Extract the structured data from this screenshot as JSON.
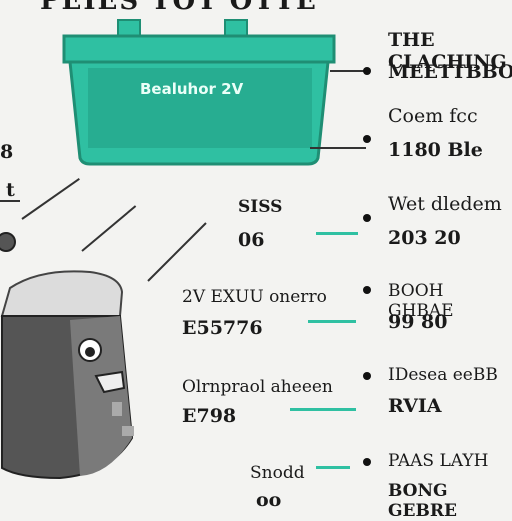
{
  "header": {
    "text": "PEIES TOT OTTE"
  },
  "box": {
    "label": "Bealuhor 2V"
  },
  "left_edge": {
    "line1": "8",
    "line2": "t"
  },
  "middle": {
    "item1": {
      "line1": "SISS",
      "line2": "06"
    },
    "item2": {
      "line1": "2V EXUU onerro",
      "line2": "E55776"
    },
    "item3": {
      "line1": "Olrnpraol aheeen",
      "line2": "E798"
    },
    "item4": {
      "line1": "Snodd",
      "line2": "oo"
    }
  },
  "right": {
    "item1": {
      "line1": "THE CLACHING",
      "line2": "MEETTBBOL"
    },
    "item2": {
      "line1": "Coem fcc",
      "line2": "1180 Ble"
    },
    "item3": {
      "line1": "Wet dledem",
      "line2": "203 20"
    },
    "item4": {
      "line1": "BOOH GHBAE",
      "line2": "99 80"
    },
    "item5": {
      "line1": "IDesea eeBB",
      "line2": "RVIA"
    },
    "item6": {
      "line1": "PAAS LAYH",
      "line2": "BONG GEBRE"
    }
  },
  "colors": {
    "teal": "#2fc0a2",
    "teal_dark": "#1f8e74",
    "device_dark": "#444444"
  }
}
